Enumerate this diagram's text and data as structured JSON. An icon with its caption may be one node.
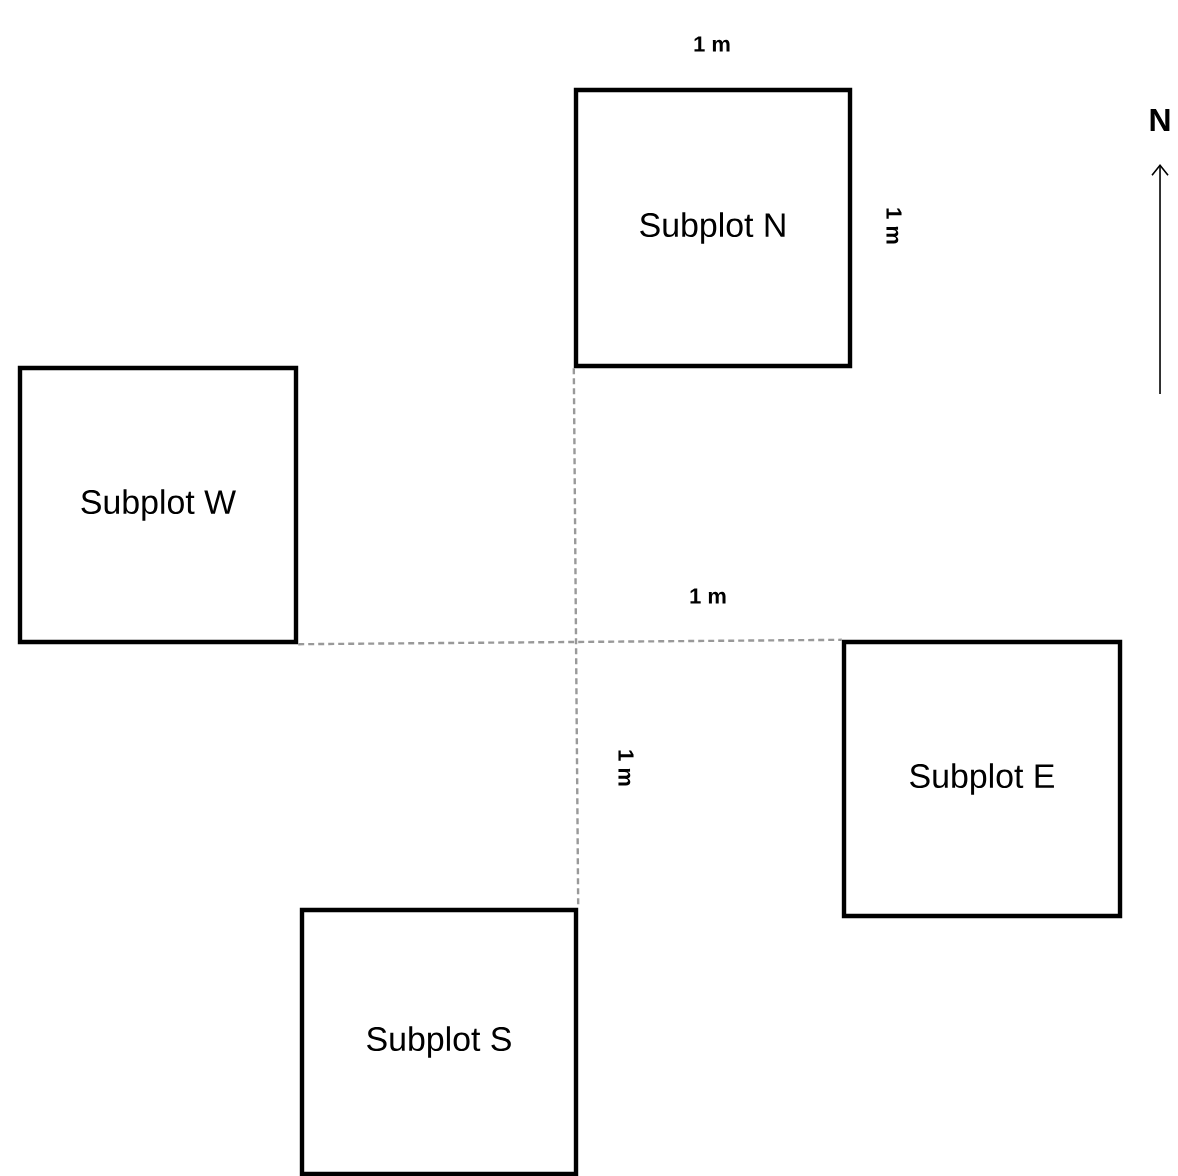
{
  "diagram": {
    "nodes": [
      {
        "text": [
          "Subplot N"
        ]
      },
      {
        "text": [
          "Subplot W"
        ]
      },
      {
        "text": [
          "Subplot E"
        ]
      },
      {
        "text": [
          "Subplot S"
        ]
      }
    ],
    "edges": [
      {
        "from": 0,
        "to": 3,
        "arrow": "none",
        "style": "dashed",
        "color": "#999999"
      },
      {
        "from": 1,
        "to": 2,
        "arrow": "none",
        "style": "dashed",
        "color": "#999999"
      }
    ],
    "labels": [
      "1 m",
      "1 m",
      "N",
      "1 m",
      "1 m"
    ]
  }
}
